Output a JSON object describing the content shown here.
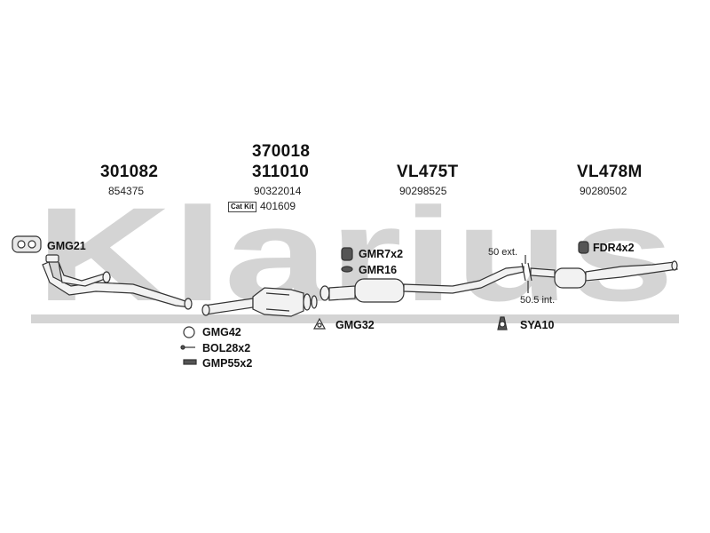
{
  "watermark": {
    "text": "Klarius",
    "color": "#d4d4d4"
  },
  "columns": [
    {
      "main": "301082",
      "sub": "854375"
    },
    {
      "main_top": "370018",
      "main": "311010",
      "sub": "90322014",
      "catkit_label": "Cat Kit",
      "catkit_number": "401609"
    },
    {
      "main": "VL475T",
      "sub": "90298525"
    },
    {
      "main": "VL478M",
      "sub": "90280502"
    }
  ],
  "accessories": {
    "gmg21": "GMG21",
    "gmr7x2": "GMR7x2",
    "gmr16": "GMR16",
    "fdr4x2": "FDR4x2",
    "gmg42": "GMG42",
    "bol28x2": "BOL28x2",
    "gmp55x2": "GMP55x2",
    "gmg32": "GMG32",
    "sya10": "SYA10"
  },
  "dimensions": {
    "ext": "50 ext.",
    "int": "50.5 int."
  },
  "colors": {
    "line": "#333333",
    "pipe_fill": "#f2f2f2",
    "watermark": "#d4d4d4"
  }
}
